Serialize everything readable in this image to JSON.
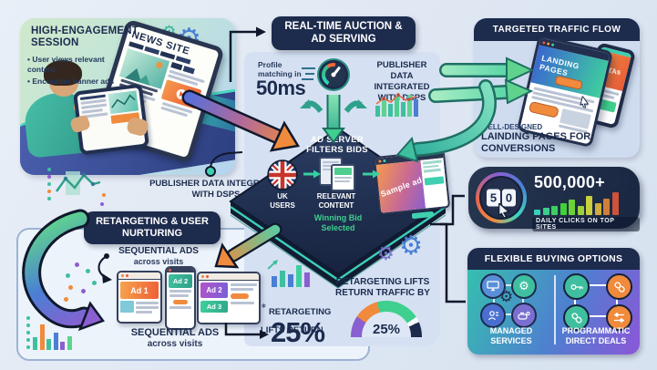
{
  "colors": {
    "navy": "#1d2b4d",
    "teal": "#3fbf9f",
    "green": "#4ecf8e",
    "orange": "#f08a3c",
    "purple": "#8a5fd0",
    "panel_blue": "#d5e1f3"
  },
  "engagement": {
    "title": "HIGH-ENGAGEMENT SESSION",
    "bullets": [
      "User views relevant content",
      "Encounter banner ads"
    ],
    "tablet_title": "NEWS SITE"
  },
  "publisher_note": "PUBLISHER DATA INTEGRATED WITH DSPS",
  "auction": {
    "header": "REAL-TIME AUCTION & AD SERVING",
    "profile_label": "Profile matching in",
    "latency": "50ms",
    "publisher_note": "PUBLISHER DATA INTEGRATED WITH DSPS"
  },
  "ad_server": {
    "title": "AD SERVER FILTERS BIDS",
    "audience": "UK USERS",
    "content": "RELEVANT CONTENT",
    "sample_ad": "Sample ad",
    "winning": "Winning Bid Selected"
  },
  "traffic": {
    "header": "TARGETED TRAFFIC FLOW",
    "browser_label": "LANDING PAGES",
    "cta_label": "CTAs",
    "caption_top": "WELL-DESIGNED",
    "caption_main": "LAINDING PAGES FOR CONVERSIONS"
  },
  "stats": {
    "value": "500,000+",
    "caption": "DAILY CLICKS ON TOP SITES",
    "counter": [
      "5",
      "0"
    ],
    "bars": [
      6,
      8,
      10,
      13,
      17,
      10,
      21,
      13,
      18,
      25
    ]
  },
  "retargeting": {
    "header": "RETARGETING & USER NURTURING",
    "sequential_top": {
      "bold": "SEQUENTIAL ADS",
      "rest": "across visits"
    },
    "sequential_bottom": {
      "bold": "SEQUENTIAL ADS",
      "rest": "across visits"
    },
    "ads": [
      "Ad 1",
      "Ad 2",
      "Ad 2",
      "Ad 3"
    ]
  },
  "lift": {
    "stat_label": "RETARGETING LIFTS RETURN",
    "stat_value": "25%",
    "gauge_label": "RETARGETING LIFTS RETURN TRAFFIC BY",
    "gauge_value": "25%"
  },
  "buying": {
    "header": "FLEXIBLE BUYING OPTIONS",
    "left": "MANAGED SERVICES",
    "right": "PROGRAMMATIC DIRECT DEALS"
  }
}
